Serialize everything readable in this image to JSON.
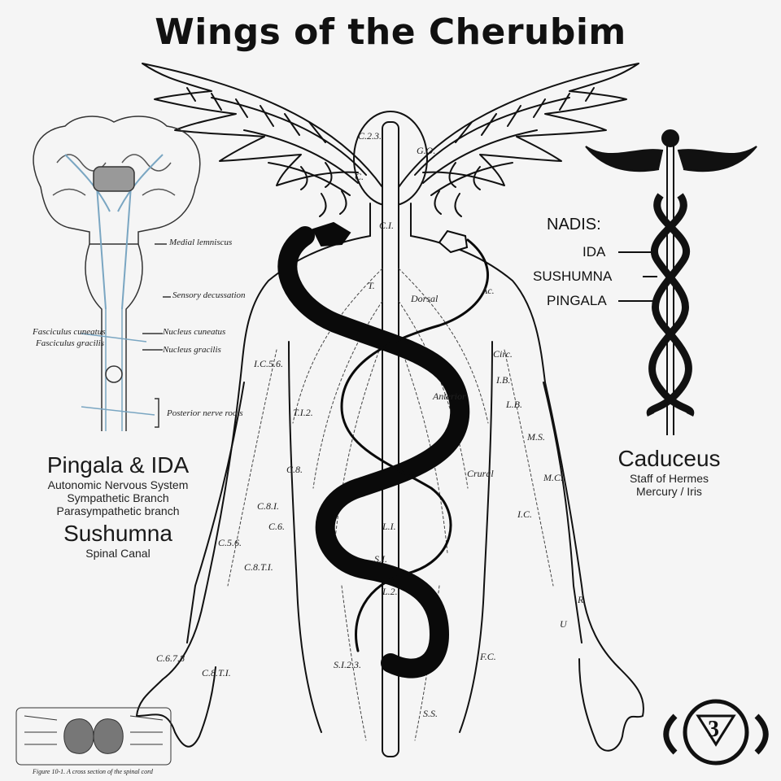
{
  "title": "Wings of the Cherubim",
  "left_panel": {
    "heading": "Pingala & IDA",
    "lines": [
      "Autonomic Nervous System",
      "Sympathetic Branch",
      "Parasympathetic branch"
    ],
    "subheading": "Sushumna",
    "sublabel": "Spinal Canal",
    "brain_labels": [
      "Medial lemniscus",
      "Sensory decussation",
      "Fasciculus cuneatus",
      "Fasciculus gracilis",
      "Nucleus cuneatus",
      "Nucleus gracilis",
      "Posterior nerve roots"
    ]
  },
  "right_panel": {
    "nadis_heading": "NADIS:",
    "nadis": [
      "IDA",
      "SUSHUMNA",
      "PINGALA"
    ],
    "heading": "Caduceus",
    "lines": [
      "Staff of Hermes",
      "Mercury / Iris"
    ]
  },
  "body_labels": [
    "C.2.3.",
    "G.O.",
    "C.",
    "C.I.",
    "T.",
    "Dorsal",
    "Ac.",
    "I.C.5.6.",
    "Circ.",
    "I.B.",
    "L.B.",
    "M.S.",
    "T.I.2.",
    "C.8.",
    "M.C.",
    "C.6.",
    "C.8.I.",
    "I.C.",
    "C.5.6.",
    "C.8.T.I.",
    "Anterior",
    "Crural",
    "L.I.",
    "S.I.",
    "L.2.",
    "R",
    "U",
    "C.6.7.8",
    "C.8.T.I.",
    "S.I.2.3.",
    "F.C.",
    "S.S."
  ],
  "bottom_left_caption": "Figure 10-1. A cross section of the spinal cord",
  "icons": {
    "snake": "caduceus-serpent-icon",
    "third_eye": "ajna-chakra-icon",
    "staff": "caduceus-staff-icon",
    "wings": "cherub-wings-icon",
    "brain": "brain-spinal-cord-icon"
  },
  "colors": {
    "ink": "#111111",
    "nerve_blue": "#7aa6c2",
    "background": "#f5f5f5"
  }
}
